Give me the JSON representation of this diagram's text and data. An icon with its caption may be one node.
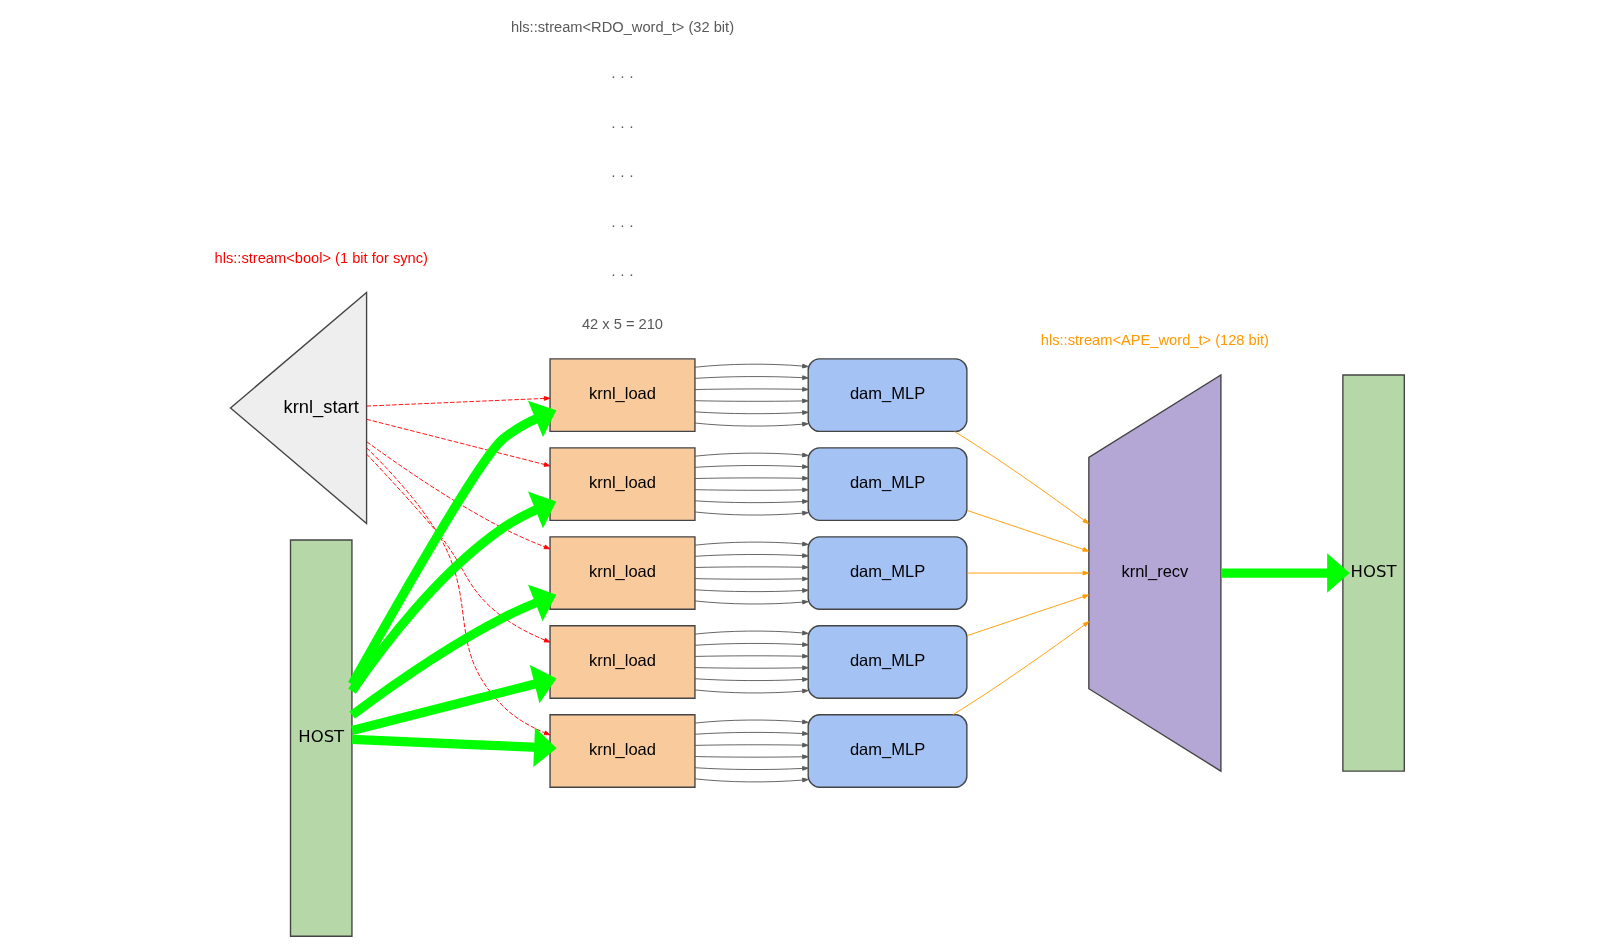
{
  "diagram": {
    "nodes": [
      {
        "text": [
          "krnl_start"
        ]
      },
      {
        "text": [
          "HOST"
        ]
      },
      {
        "text": [
          "krnl_load"
        ]
      },
      {
        "text": [
          "krnl_load"
        ]
      },
      {
        "text": [
          "krnl_load"
        ]
      },
      {
        "text": [
          "krnl_load"
        ]
      },
      {
        "text": [
          "krnl_load"
        ]
      },
      {
        "text": [
          "dam_MLP"
        ]
      },
      {
        "text": [
          "dam_MLP"
        ]
      },
      {
        "text": [
          "dam_MLP"
        ]
      },
      {
        "text": [
          "dam_MLP"
        ]
      },
      {
        "text": [
          "dam_MLP"
        ]
      },
      {
        "text": [
          "krnl_recv"
        ]
      },
      {
        "text": [
          "HOST"
        ]
      }
    ],
    "edges": [
      {
        "from": 0,
        "to": 2,
        "arrow": "to",
        "style": "dashed",
        "color": "#ff0000"
      },
      {
        "from": 0,
        "to": 3,
        "arrow": "to",
        "style": "dashed",
        "color": "#ff0000"
      },
      {
        "from": 0,
        "to": 4,
        "arrow": "to",
        "style": "dashed",
        "color": "#ff0000"
      },
      {
        "from": 0,
        "to": 5,
        "arrow": "to",
        "style": "dashed",
        "color": "#ff0000"
      },
      {
        "from": 0,
        "to": 6,
        "arrow": "to",
        "style": "dashed",
        "color": "#ff0000"
      },
      {
        "from": 1,
        "to": 2,
        "arrow": "to",
        "style": "thick",
        "color": "#00ff00"
      },
      {
        "from": 1,
        "to": 3,
        "arrow": "to",
        "style": "thick",
        "color": "#00ff00"
      },
      {
        "from": 1,
        "to": 4,
        "arrow": "to",
        "style": "thick",
        "color": "#00ff00"
      },
      {
        "from": 1,
        "to": 5,
        "arrow": "to",
        "style": "thick",
        "color": "#00ff00"
      },
      {
        "from": 1,
        "to": 6,
        "arrow": "to",
        "style": "thick",
        "color": "#00ff00"
      },
      {
        "from": 2,
        "to": 7,
        "arrow": "to"
      },
      {
        "from": 2,
        "to": 7,
        "arrow": "to"
      },
      {
        "from": 2,
        "to": 7,
        "arrow": "to"
      },
      {
        "from": 2,
        "to": 7,
        "arrow": "to"
      },
      {
        "from": 2,
        "to": 7,
        "arrow": "to"
      },
      {
        "from": 2,
        "to": 7,
        "arrow": "to"
      },
      {
        "from": 3,
        "to": 8,
        "arrow": "to"
      },
      {
        "from": 3,
        "to": 8,
        "arrow": "to"
      },
      {
        "from": 3,
        "to": 8,
        "arrow": "to"
      },
      {
        "from": 3,
        "to": 8,
        "arrow": "to"
      },
      {
        "from": 3,
        "to": 8,
        "arrow": "to"
      },
      {
        "from": 3,
        "to": 8,
        "arrow": "to"
      },
      {
        "from": 4,
        "to": 9,
        "arrow": "to"
      },
      {
        "from": 4,
        "to": 9,
        "arrow": "to"
      },
      {
        "from": 4,
        "to": 9,
        "arrow": "to"
      },
      {
        "from": 4,
        "to": 9,
        "arrow": "to"
      },
      {
        "from": 4,
        "to": 9,
        "arrow": "to"
      },
      {
        "from": 4,
        "to": 9,
        "arrow": "to"
      },
      {
        "from": 5,
        "to": 10,
        "arrow": "to"
      },
      {
        "from": 5,
        "to": 10,
        "arrow": "to"
      },
      {
        "from": 5,
        "to": 10,
        "arrow": "to"
      },
      {
        "from": 5,
        "to": 10,
        "arrow": "to"
      },
      {
        "from": 5,
        "to": 10,
        "arrow": "to"
      },
      {
        "from": 5,
        "to": 10,
        "arrow": "to"
      },
      {
        "from": 6,
        "to": 11,
        "arrow": "to"
      },
      {
        "from": 6,
        "to": 11,
        "arrow": "to"
      },
      {
        "from": 6,
        "to": 11,
        "arrow": "to"
      },
      {
        "from": 6,
        "to": 11,
        "arrow": "to"
      },
      {
        "from": 6,
        "to": 11,
        "arrow": "to"
      },
      {
        "from": 6,
        "to": 11,
        "arrow": "to"
      },
      {
        "from": 7,
        "to": 12,
        "arrow": "to",
        "color": "#ff9900"
      },
      {
        "from": 8,
        "to": 12,
        "arrow": "to",
        "color": "#ff9900"
      },
      {
        "from": 9,
        "to": 12,
        "arrow": "to",
        "color": "#ff9900"
      },
      {
        "from": 10,
        "to": 12,
        "arrow": "to",
        "color": "#ff9900"
      },
      {
        "from": 11,
        "to": 12,
        "arrow": "to",
        "color": "#ff9900"
      },
      {
        "from": 12,
        "to": 13,
        "arrow": "to",
        "style": "thick",
        "color": "#00ff00"
      }
    ],
    "labels": [
      "42 x 5 = 210",
      "hls::stream<APE_word_t> (128 bit)",
      "· · ·",
      "· · ·",
      "· · ·",
      "· · ·",
      "· · ·",
      "hls::stream<bool> (1 bit for sync)",
      "hls::stream<RDO_word_t> (32 bit)"
    ]
  }
}
